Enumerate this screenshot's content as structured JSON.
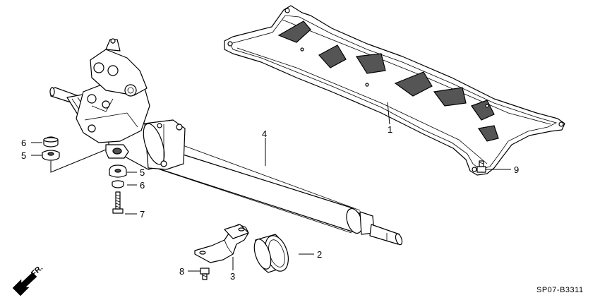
{
  "diagram": {
    "code": "SP07-B3311",
    "direction_label": "FR.",
    "callouts": {
      "c1": "1",
      "c2": "2",
      "c3": "3",
      "c4": "4",
      "c5a": "5",
      "c5b": "5",
      "c6a": "6",
      "c6b": "6",
      "c7": "7",
      "c8": "8",
      "c9": "9"
    },
    "parts": [
      "gearbox-housing",
      "steering-rack-tube",
      "subframe-crossmember",
      "rack-clamp-bracket",
      "rack-mount-bushing",
      "mount-cushion",
      "washer",
      "mount-bolt",
      "bracket-bolt",
      "crossmember-bolt"
    ]
  }
}
